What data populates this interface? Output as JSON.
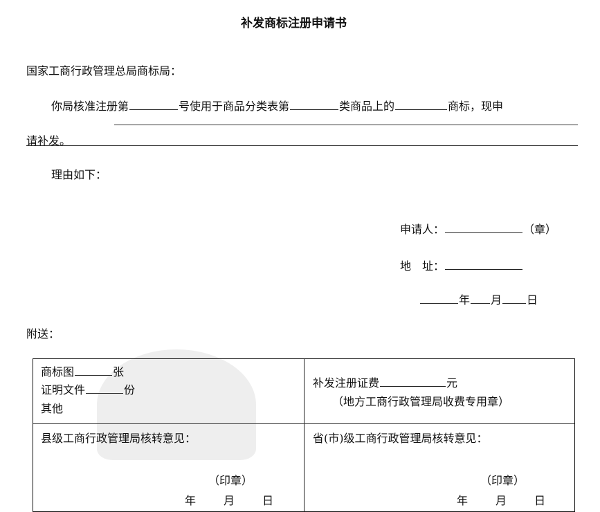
{
  "document": {
    "title": "补发商标注册申请书",
    "addressee": "国家工商行政管理总局商标局：",
    "body": {
      "p1_a": "你局核准注册第",
      "p1_b": "号使用于商品分类表第",
      "p1_c": "类商品上的",
      "p1_d": "商标，现申",
      "p1_e": "请补发。",
      "reason_label": "理由如下："
    },
    "signature": {
      "applicant_label": "申请人：",
      "seal": "（章）",
      "address_label": "地　址：",
      "year": "年",
      "month": "月",
      "day": "日"
    },
    "attachments_label": "附送：",
    "table": {
      "cell_top_left": {
        "line1_a": "商标图",
        "line1_b": "张",
        "line2_a": "证明文件",
        "line2_b": "份",
        "line3": "其他"
      },
      "cell_top_right": {
        "line1_a": "补发注册证费",
        "line1_b": "元",
        "line2": "（地方工商行政管理局收费专用章）"
      },
      "cell_bottom_left": {
        "heading": "县级工商行政管理局核转意见：",
        "seal": "（印章）",
        "year": "年",
        "month": "月",
        "day": "日"
      },
      "cell_bottom_right": {
        "heading": "省(市)级工商行政管理局核转意见：",
        "seal": "（印章）",
        "year": "年",
        "month": "月",
        "day": "日"
      }
    }
  }
}
